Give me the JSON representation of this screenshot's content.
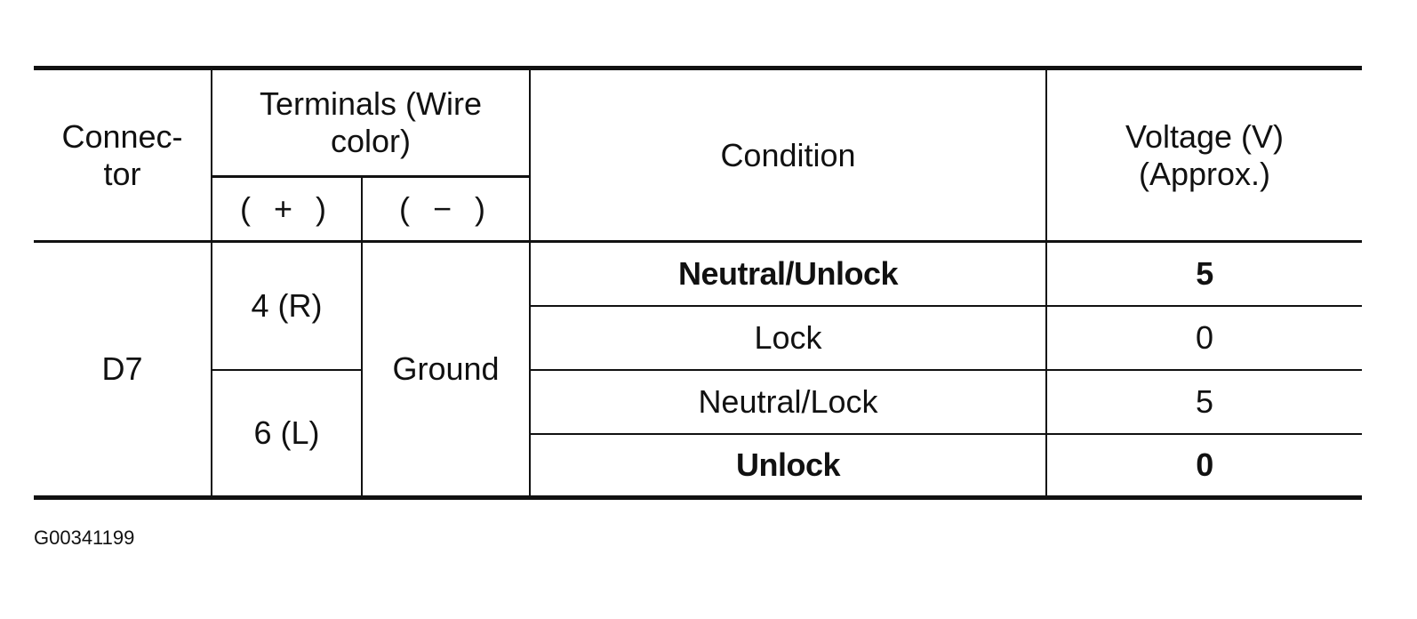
{
  "table": {
    "headers": {
      "connector": "Connec-\ntor",
      "terminals": "Terminals (Wire color)",
      "plus": "( + )",
      "minus": "( − )",
      "condition": "Condition",
      "voltage": "Voltage (V) (Approx.)"
    },
    "connector_value": "D7",
    "ground": "Ground",
    "groups": [
      {
        "terminal": "4 (R)",
        "rows": [
          {
            "condition": "Neutral/Unlock",
            "voltage": "5"
          },
          {
            "condition": "Lock",
            "voltage": "0"
          }
        ]
      },
      {
        "terminal": "6 (L)",
        "rows": [
          {
            "condition": "Neutral/Lock",
            "voltage": "5"
          },
          {
            "condition": "Unlock",
            "voltage": "0"
          }
        ]
      }
    ]
  },
  "caption": "G00341199"
}
